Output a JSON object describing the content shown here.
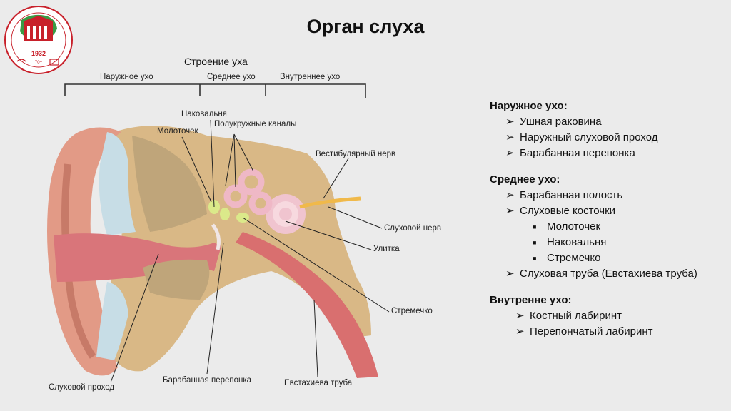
{
  "title": "Орган слуха",
  "logo": {
    "year": "1932",
    "age": "70+",
    "colors": {
      "primary": "#c8202a",
      "secondary": "#2e8b3a"
    }
  },
  "diagram": {
    "header": "Строение уха",
    "parts": [
      "Наружное ухо",
      "Среднее ухо",
      "Внутреннее ухо"
    ],
    "labels": {
      "incus": "Наковальня",
      "malleus": "Молоточек",
      "canals": "Полукружные каналы",
      "vestibular_nerve": "Вестибулярный нерв",
      "auditory_nerve": "Слуховой нерв",
      "cochlea": "Улитка",
      "stapes": "Стремечко",
      "ear_canal": "Слуховой проход",
      "eardrum": "Барабанная перепонка",
      "eustachian": "Евстахиева труба"
    }
  },
  "sections": [
    {
      "title": "Наружное ухо:",
      "items": [
        {
          "text": "Ушная раковина",
          "level": 1
        },
        {
          "text": "Наружный слуховой проход",
          "level": 1
        },
        {
          "text": "Барабанная перепонка",
          "level": 1
        }
      ]
    },
    {
      "title": "Среднее ухо:",
      "items": [
        {
          "text": "Барабанная полость",
          "level": 1
        },
        {
          "text": "Слуховые косточки",
          "level": 1
        },
        {
          "text": "Молоточек",
          "level": 2
        },
        {
          "text": "Наковальня",
          "level": 2
        },
        {
          "text": "Стремечко",
          "level": 2
        },
        {
          "text": "Слуховая труба (Евстахиева труба)",
          "level": 1
        }
      ]
    },
    {
      "title": "Внутренне ухо:",
      "items": [
        {
          "text": "Костный лабиринт",
          "level": 3
        },
        {
          "text": "Перепончатый лабиринт",
          "level": 3
        }
      ]
    }
  ]
}
